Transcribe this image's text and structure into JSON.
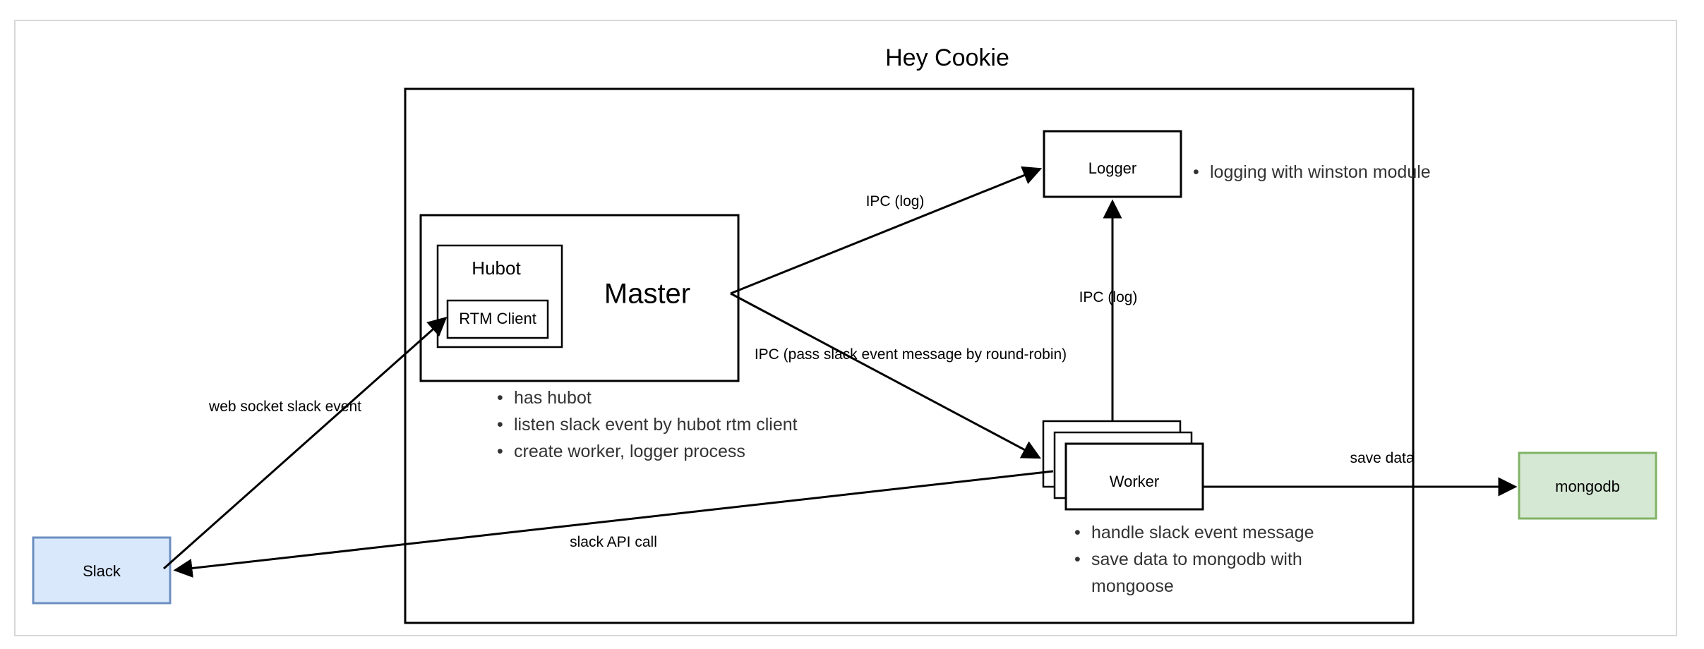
{
  "diagram": {
    "title": "Hey Cookie",
    "nodes": {
      "slack": {
        "label": "Slack",
        "fill": "#dae8fc",
        "stroke": "#6c8ebf"
      },
      "mongodb": {
        "label": "mongodb",
        "fill": "#d5e8d4",
        "stroke": "#82b366"
      },
      "master": {
        "label": "Master",
        "fill": "#ffffff",
        "stroke": "#000000"
      },
      "hubot": {
        "label": "Hubot",
        "fill": "#ffffff",
        "stroke": "#000000"
      },
      "rtm_client": {
        "label": "RTM Client",
        "fill": "#ffffff",
        "stroke": "#000000"
      },
      "logger": {
        "label": "Logger",
        "fill": "#ffffff",
        "stroke": "#000000"
      },
      "worker": {
        "label": "Worker",
        "fill": "#ffffff",
        "stroke": "#000000"
      }
    },
    "edges": [
      {
        "id": "slack-to-rtm",
        "label": "web socket slack event",
        "from": "slack",
        "to": "rtm_client"
      },
      {
        "id": "master-to-logger",
        "label": "IPC (log)",
        "from": "master",
        "to": "logger"
      },
      {
        "id": "master-to-worker",
        "label": "IPC (pass slack event message by round-robin)",
        "from": "master",
        "to": "worker"
      },
      {
        "id": "worker-to-logger",
        "label": "IPC (log)",
        "from": "worker",
        "to": "logger"
      },
      {
        "id": "worker-to-slack",
        "label": "slack API call",
        "from": "worker",
        "to": "slack"
      },
      {
        "id": "worker-to-mongodb",
        "label": "save data",
        "from": "worker",
        "to": "mongodb"
      }
    ],
    "notes": {
      "master": [
        "has hubot",
        "listen slack event by hubot rtm client",
        "create worker, logger process"
      ],
      "logger": [
        "logging with winston module"
      ],
      "worker": [
        "handle slack event message",
        "save data to mongodb with mongoose"
      ]
    }
  }
}
